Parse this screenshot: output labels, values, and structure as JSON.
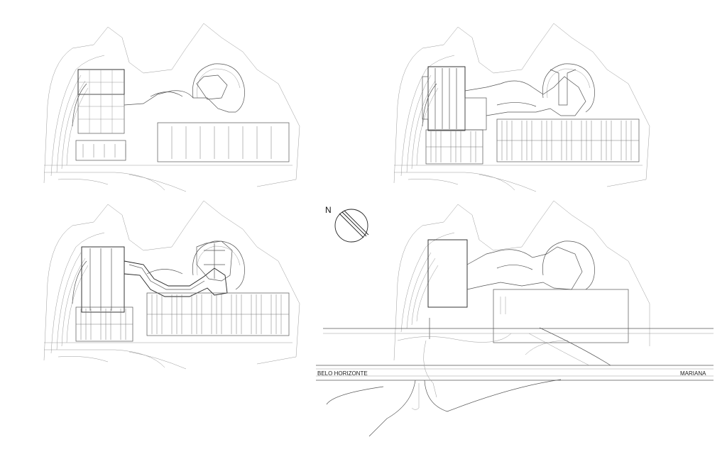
{
  "north_label": "N",
  "road_labels": {
    "left": "BELO HORIZONTE",
    "right": "MARIANA"
  },
  "plans": [
    "phase-1",
    "phase-2",
    "phase-3",
    "phase-4"
  ],
  "colors": {
    "ink": "#222222",
    "line": "#555555",
    "light_line": "#999999",
    "paper": "#ffffff"
  }
}
